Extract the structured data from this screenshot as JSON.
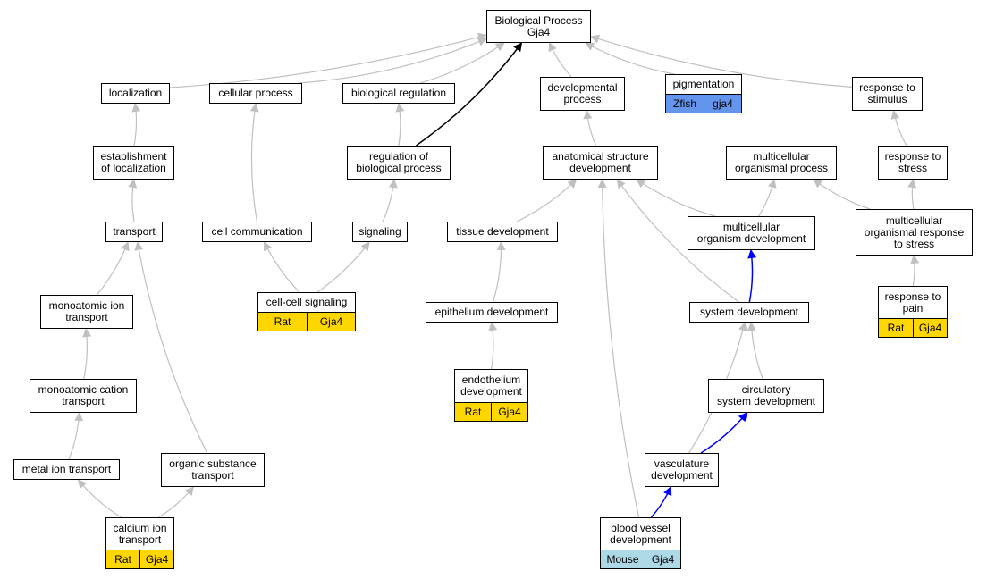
{
  "colors": {
    "edge": "#c0c0c0",
    "edge_highlight_black": "#000000",
    "edge_highlight_blue": "#0000ff",
    "rat": "#ffd700",
    "mouse": "#add8e6",
    "zfish": "#6495ed"
  },
  "nodes": {
    "root": {
      "line1": "Biological Process",
      "line2": "Gja4"
    },
    "loc": {
      "line1": "localization"
    },
    "cell": {
      "line1": "cellular process"
    },
    "biorg": {
      "line1": "biological regulation"
    },
    "devp": {
      "line1": "developmental",
      "line2": "process"
    },
    "pigm": {
      "line1": "pigmentation"
    },
    "resp": {
      "line1": "response to",
      "line2": "stimulus"
    },
    "estl": {
      "line1": "establishment",
      "line2": "of localization"
    },
    "regbp": {
      "line1": "regulation of",
      "line2": "biological process"
    },
    "asd": {
      "line1": "anatomical structure",
      "line2": "development"
    },
    "mop": {
      "line1": "multicellular",
      "line2": "organismal process"
    },
    "rstr": {
      "line1": "response to",
      "line2": "stress"
    },
    "trans": {
      "line1": "transport"
    },
    "ccom": {
      "line1": "cell communication"
    },
    "sig": {
      "line1": "signaling"
    },
    "tisd": {
      "line1": "tissue development"
    },
    "mod": {
      "line1": "multicellular",
      "line2": "organism development"
    },
    "morts": {
      "line1": "multicellular",
      "line2": "organismal response",
      "line3": "to stress"
    },
    "mit": {
      "line1": "monoatomic ion",
      "line2": "transport"
    },
    "ccs": {
      "line1": "cell-cell signaling"
    },
    "epid": {
      "line1": "epithelium development"
    },
    "sysd": {
      "line1": "system development"
    },
    "rpain": {
      "line1": "response to",
      "line2": "pain"
    },
    "endo": {
      "line1": "endothelium",
      "line2": "development"
    },
    "mcat": {
      "line1": "monoatomic cation",
      "line2": "transport"
    },
    "circ": {
      "line1": "circulatory",
      "line2": "system development"
    },
    "metal": {
      "line1": "metal ion transport"
    },
    "orgs": {
      "line1": "organic substance",
      "line2": "transport"
    },
    "vasc": {
      "line1": "vasculature",
      "line2": "development"
    },
    "calc": {
      "line1": "calcium ion",
      "line2": "transport"
    },
    "bvd": {
      "line1": "blood vessel",
      "line2": "development"
    }
  },
  "annotations": {
    "pigm": {
      "species": "Zfish",
      "gene": "gja4",
      "color": "zfish"
    },
    "ccs": {
      "species": "Rat",
      "gene": "Gja4",
      "color": "rat"
    },
    "rpain": {
      "species": "Rat",
      "gene": "Gja4",
      "color": "rat"
    },
    "endo": {
      "species": "Rat",
      "gene": "Gja4",
      "color": "rat"
    },
    "calc": {
      "species": "Rat",
      "gene": "Gja4",
      "color": "rat"
    },
    "bvd": {
      "species": "Mouse",
      "gene": "Gja4",
      "color": "mouse"
    }
  },
  "edges": [
    {
      "from": "loc",
      "to": "root",
      "style": "normal"
    },
    {
      "from": "cell",
      "to": "root",
      "style": "normal"
    },
    {
      "from": "biorg",
      "to": "root",
      "style": "normal"
    },
    {
      "from": "devp",
      "to": "root",
      "style": "normal"
    },
    {
      "from": "pigm",
      "to": "root",
      "style": "normal"
    },
    {
      "from": "resp",
      "to": "root",
      "style": "normal"
    },
    {
      "from": "regbp",
      "to": "root",
      "style": "black"
    },
    {
      "from": "estl",
      "to": "loc",
      "style": "normal"
    },
    {
      "from": "regbp",
      "to": "biorg",
      "style": "normal"
    },
    {
      "from": "asd",
      "to": "devp",
      "style": "normal"
    },
    {
      "from": "rstr",
      "to": "resp",
      "style": "normal"
    },
    {
      "from": "trans",
      "to": "estl",
      "style": "normal"
    },
    {
      "from": "ccom",
      "to": "cell",
      "style": "normal"
    },
    {
      "from": "sig",
      "to": "regbp",
      "style": "normal"
    },
    {
      "from": "tisd",
      "to": "asd",
      "style": "normal"
    },
    {
      "from": "mod",
      "to": "asd",
      "style": "normal"
    },
    {
      "from": "sysd",
      "to": "asd",
      "style": "normal"
    },
    {
      "from": "bvd",
      "to": "asd",
      "style": "normal"
    },
    {
      "from": "mod",
      "to": "mop",
      "style": "normal"
    },
    {
      "from": "morts",
      "to": "mop",
      "style": "normal"
    },
    {
      "from": "morts",
      "to": "rstr",
      "style": "normal"
    },
    {
      "from": "mit",
      "to": "trans",
      "style": "normal"
    },
    {
      "from": "orgs",
      "to": "trans",
      "style": "normal"
    },
    {
      "from": "ccs",
      "to": "ccom",
      "style": "normal"
    },
    {
      "from": "ccs",
      "to": "sig",
      "style": "normal"
    },
    {
      "from": "epid",
      "to": "tisd",
      "style": "normal"
    },
    {
      "from": "sysd",
      "to": "mod",
      "style": "blue"
    },
    {
      "from": "rpain",
      "to": "morts",
      "style": "normal"
    },
    {
      "from": "endo",
      "to": "epid",
      "style": "normal"
    },
    {
      "from": "circ",
      "to": "sysd",
      "style": "normal"
    },
    {
      "from": "vasc",
      "to": "sysd",
      "style": "normal"
    },
    {
      "from": "mcat",
      "to": "mit",
      "style": "normal"
    },
    {
      "from": "metal",
      "to": "mcat",
      "style": "normal"
    },
    {
      "from": "calc",
      "to": "metal",
      "style": "normal"
    },
    {
      "from": "calc",
      "to": "orgs",
      "style": "normal"
    },
    {
      "from": "vasc",
      "to": "circ",
      "style": "blue"
    },
    {
      "from": "bvd",
      "to": "vasc",
      "style": "blue"
    }
  ]
}
